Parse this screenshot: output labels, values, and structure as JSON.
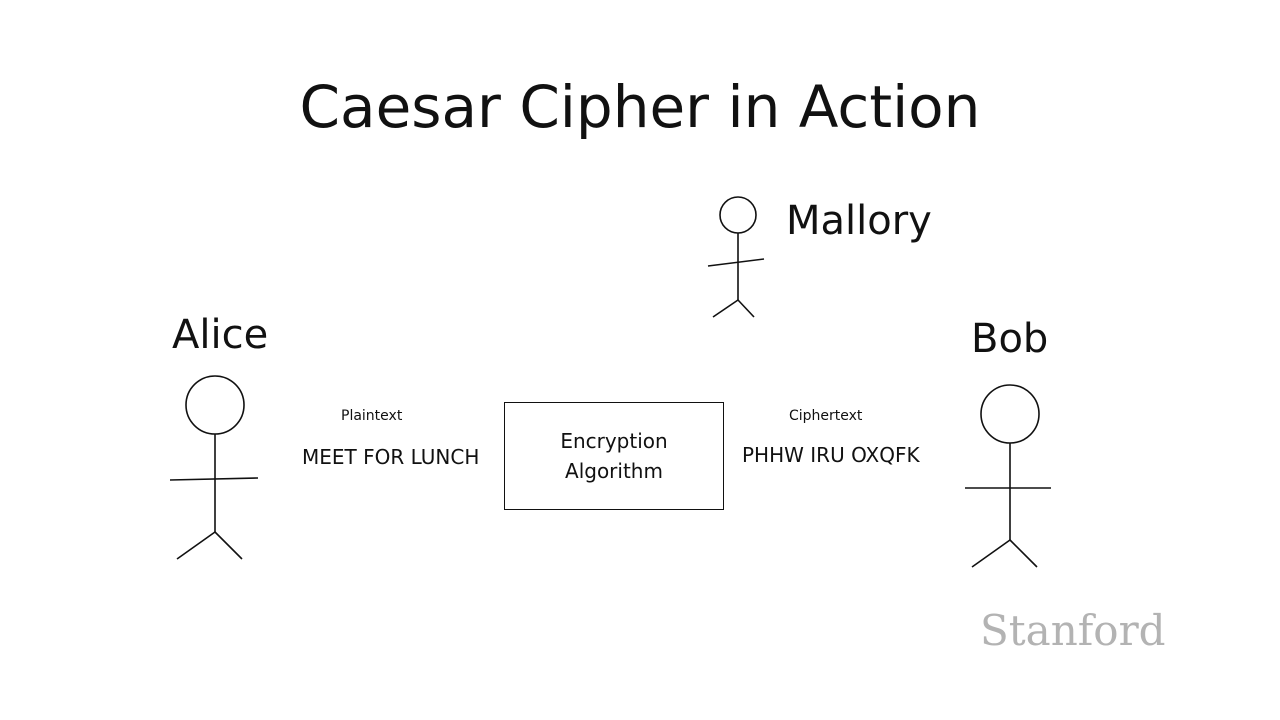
{
  "slide": {
    "title": "Caesar Cipher in Action"
  },
  "actors": {
    "alice": "Alice",
    "bob": "Bob",
    "mallory": "Mallory"
  },
  "plaintext": {
    "label": "Plaintext",
    "message": "MEET FOR LUNCH"
  },
  "ciphertext": {
    "label": "Ciphertext",
    "message": "PHHW IRU OXQFK"
  },
  "encryption_box": {
    "line1": "Encryption",
    "line2": "Algorithm"
  },
  "branding": {
    "logo": "Stanford"
  }
}
